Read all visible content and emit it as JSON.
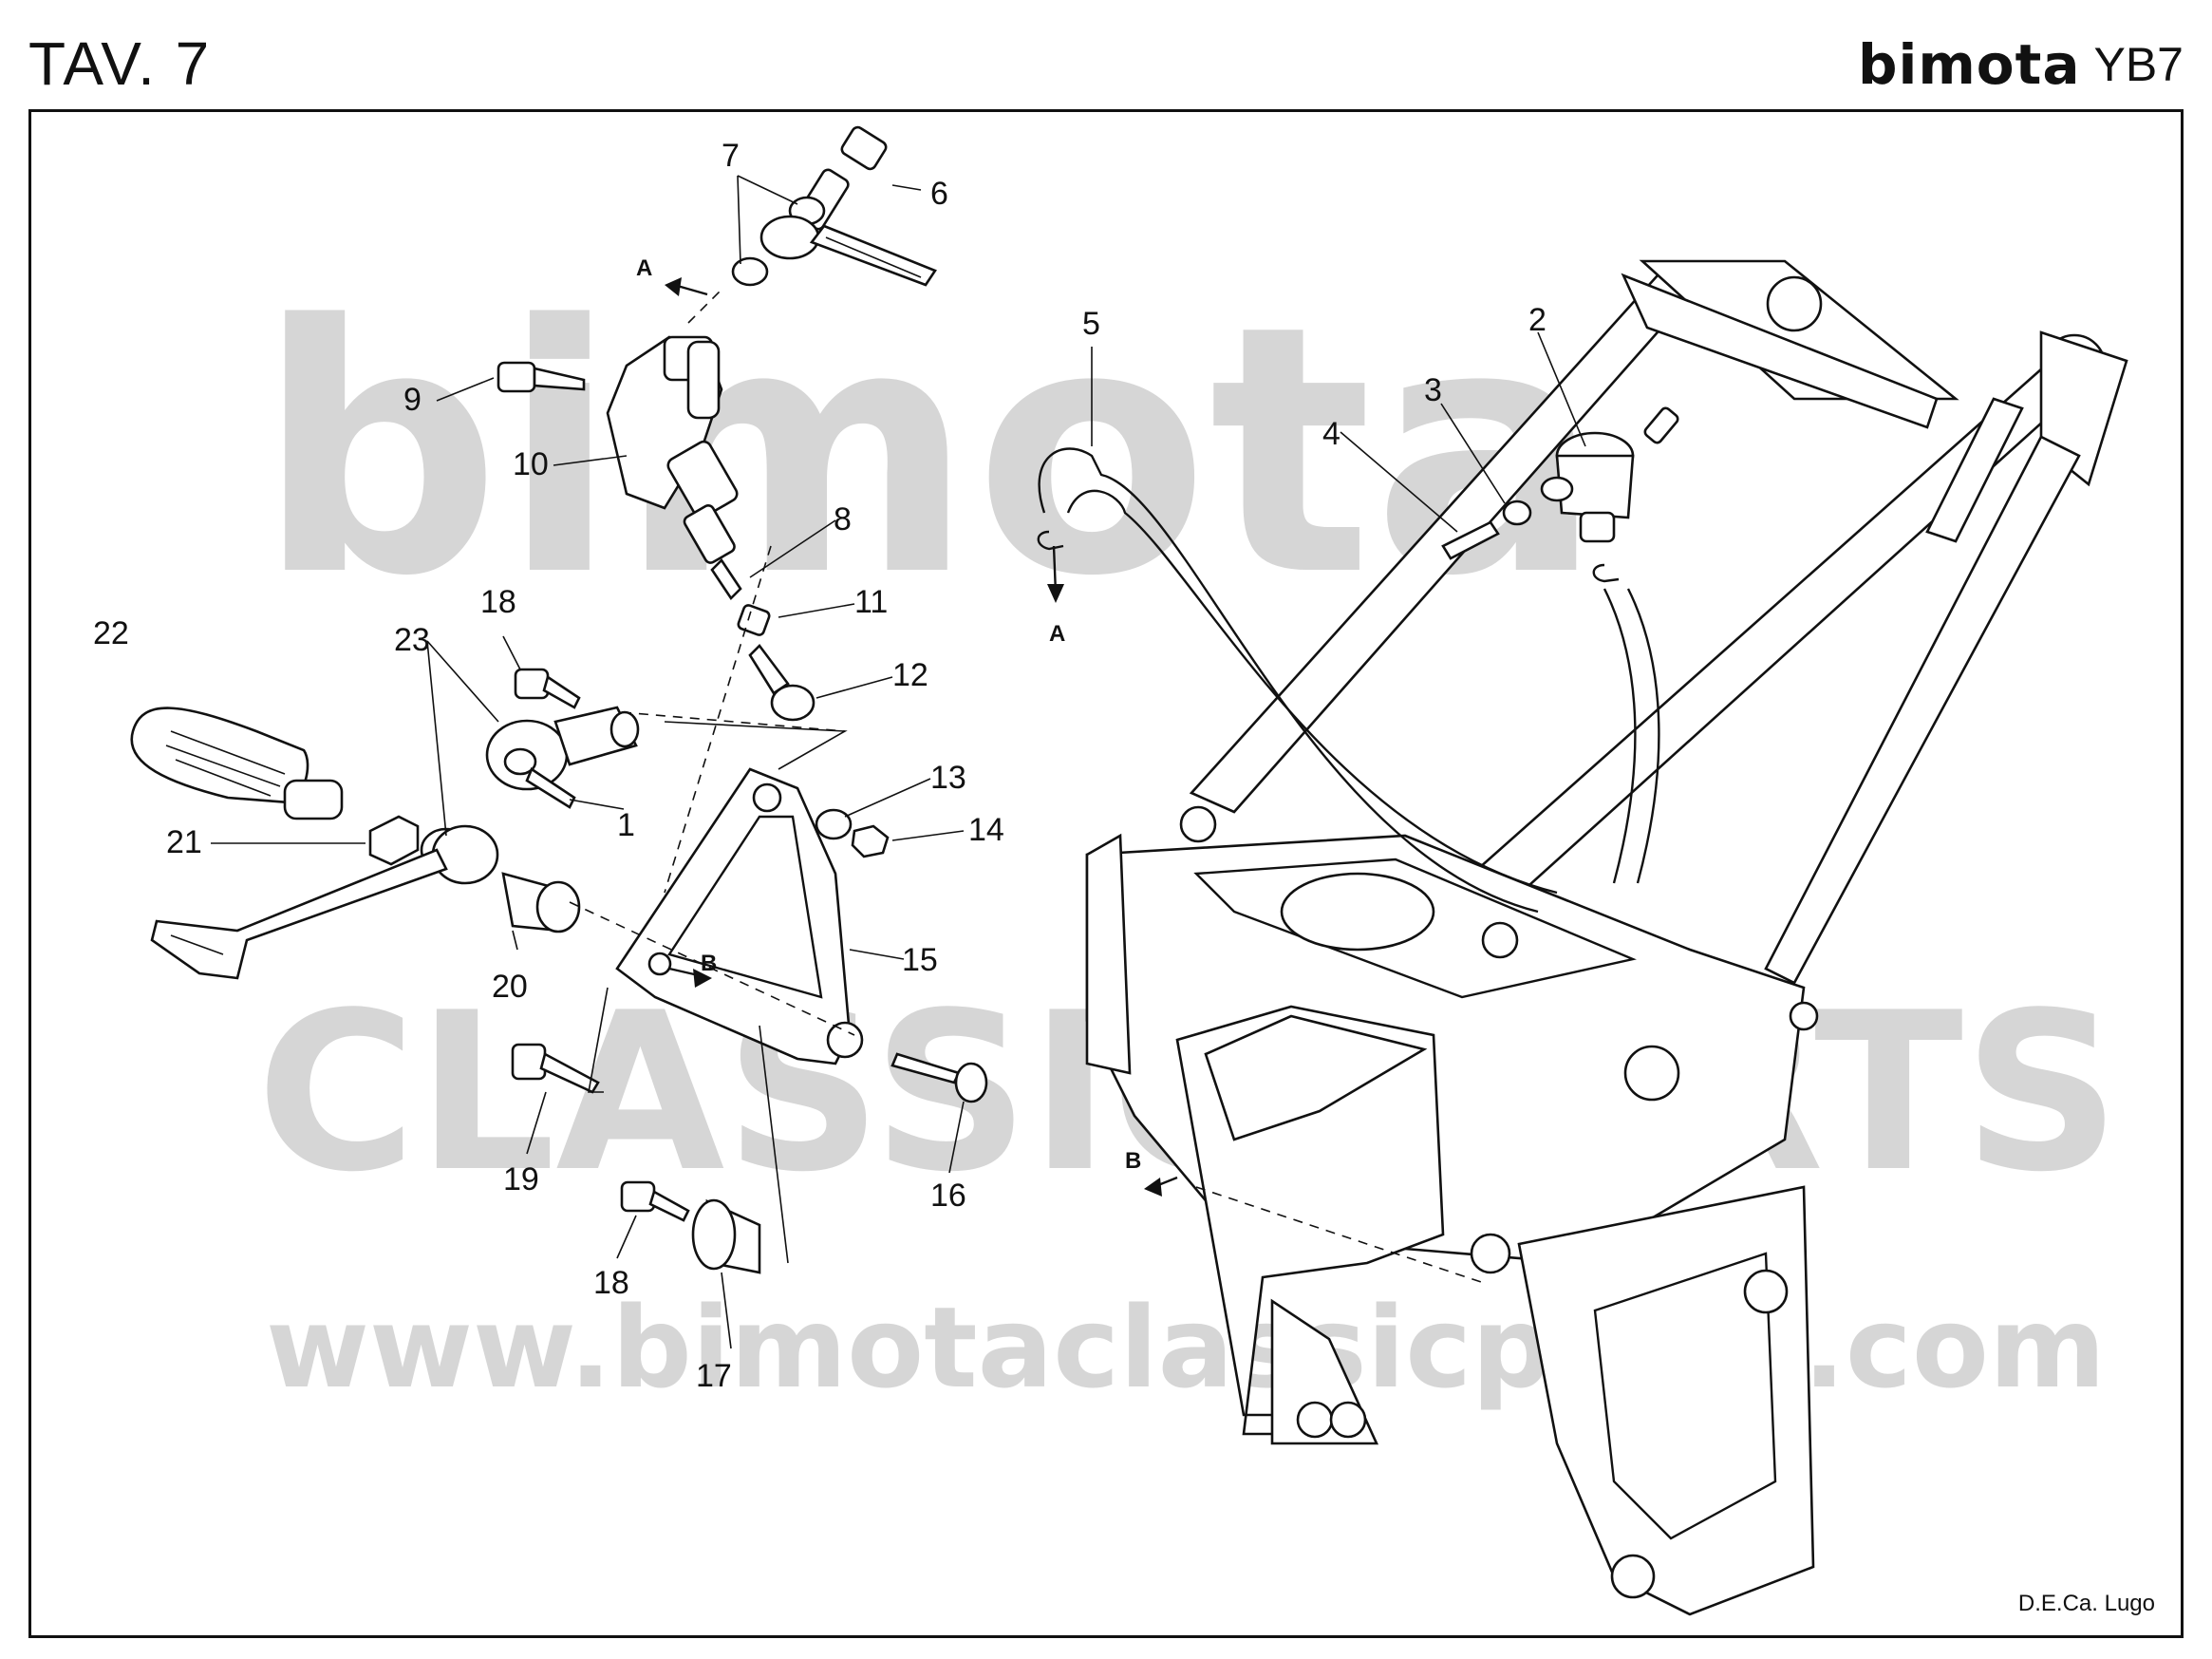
{
  "sheet": {
    "title": "TAV. 7"
  },
  "brand": {
    "logo_text": "bimota",
    "model": "YB7"
  },
  "watermark": {
    "line1": "bimota",
    "line2": "CLASSIC PARTS",
    "line3": "www.bimotaclassicparts.com"
  },
  "footer": {
    "credit": "D.E.Ca. Lugo"
  },
  "diagram": {
    "callouts": [
      "1",
      "2",
      "3",
      "4",
      "5",
      "6",
      "7",
      "8",
      "9",
      "10",
      "11",
      "12",
      "13",
      "14",
      "15",
      "16",
      "17",
      "18",
      "18",
      "19",
      "20",
      "21",
      "22",
      "23"
    ],
    "flow_markers": [
      "A",
      "A",
      "B",
      "B"
    ]
  },
  "colors": {
    "ink": "#111111",
    "watermark": "#d6d6d6",
    "paper": "#ffffff"
  }
}
